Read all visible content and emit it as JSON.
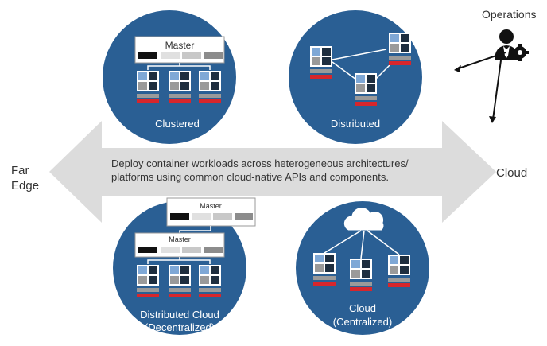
{
  "labels": {
    "operations": "Operations",
    "far_edge_line1": "Far",
    "far_edge_line2": "Edge",
    "cloud": "Cloud",
    "arrow_text_line1": "Deploy container workloads across heterogeneous architectures/",
    "arrow_text_line2": "platforms using common cloud-native APIs and components."
  },
  "circles": {
    "clustered": {
      "label": "Clustered",
      "master": "Master"
    },
    "distributed": {
      "label": "Distributed"
    },
    "distributed_cloud": {
      "label_line1": "Distributed Cloud",
      "label_line2": "(Decentralized)",
      "master_outer": "Master",
      "master_inner": "Master"
    },
    "cloud_centralized": {
      "label_line1": "Cloud",
      "label_line2": "(Centralized)"
    }
  },
  "colors": {
    "circle_blue": "#2a5f94",
    "arrow_gray": "#dcdcdc",
    "node_light_blue": "#7fa8d6",
    "node_dark": "#1e2e3f",
    "node_gray": "#9a9a9a",
    "node_red": "#d7262c",
    "icon_black": "#111111"
  },
  "icons": [
    "user-icon",
    "gear-icon",
    "cloud-icon"
  ]
}
